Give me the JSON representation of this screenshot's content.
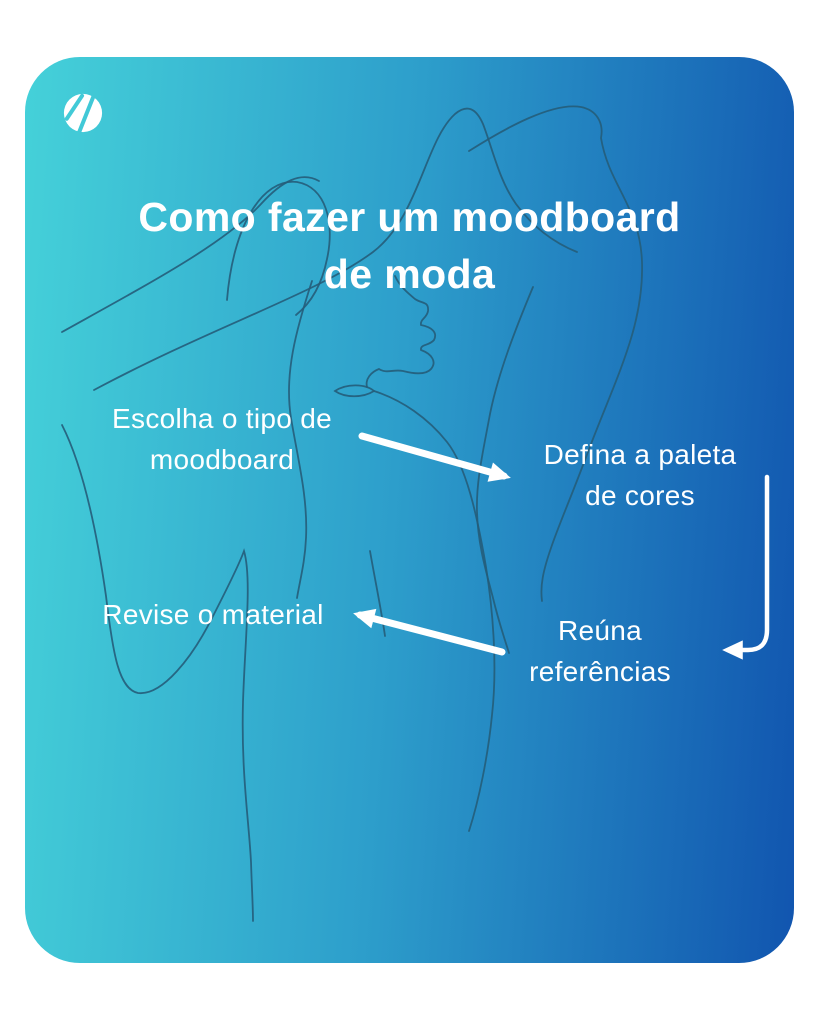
{
  "title": {
    "line1": "Como fazer um moodboard",
    "line2": "de moda"
  },
  "steps": [
    {
      "order": "1",
      "line1": "Escolha o tipo de",
      "line2": "moodboard"
    },
    {
      "order": "2",
      "line1": "Defina a paleta",
      "line2": "de cores"
    },
    {
      "order": "3",
      "line1": "Reúna",
      "line2": "referências"
    },
    {
      "order": "4",
      "line1": "Revise o material"
    }
  ],
  "arrows": [
    {
      "name": "step1-to-step2",
      "direction": "down-right"
    },
    {
      "name": "step2-to-step3",
      "direction": "down-then-left"
    },
    {
      "name": "step3-to-step4",
      "direction": "left"
    }
  ],
  "logo_icon": "a-mark-icon",
  "illustration": "continuous-line-art-woman-with-wide-brim-hat",
  "colors": {
    "page_background": "#ffffff",
    "card_gradient_start": "#45d1d9",
    "card_gradient_mid": "#2d9ecb",
    "card_gradient_end": "#1155af",
    "text": "#ffffff",
    "arrow": "#ffffff",
    "line_art": "#255d7a"
  }
}
